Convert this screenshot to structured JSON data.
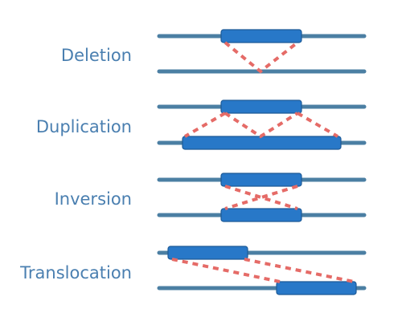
{
  "colors": {
    "label": "#4a7fb0",
    "chromosome": "#4b7fa3",
    "segment_fill": "#2878c8",
    "segment_stroke": "#1d5a96",
    "link": "#e56b67"
  },
  "rows": [
    {
      "id": "deletion",
      "label": "Deletion"
    },
    {
      "id": "duplication",
      "label": "Duplication"
    },
    {
      "id": "inversion",
      "label": "Inversion"
    },
    {
      "id": "translocation",
      "label": "Translocation"
    }
  ]
}
